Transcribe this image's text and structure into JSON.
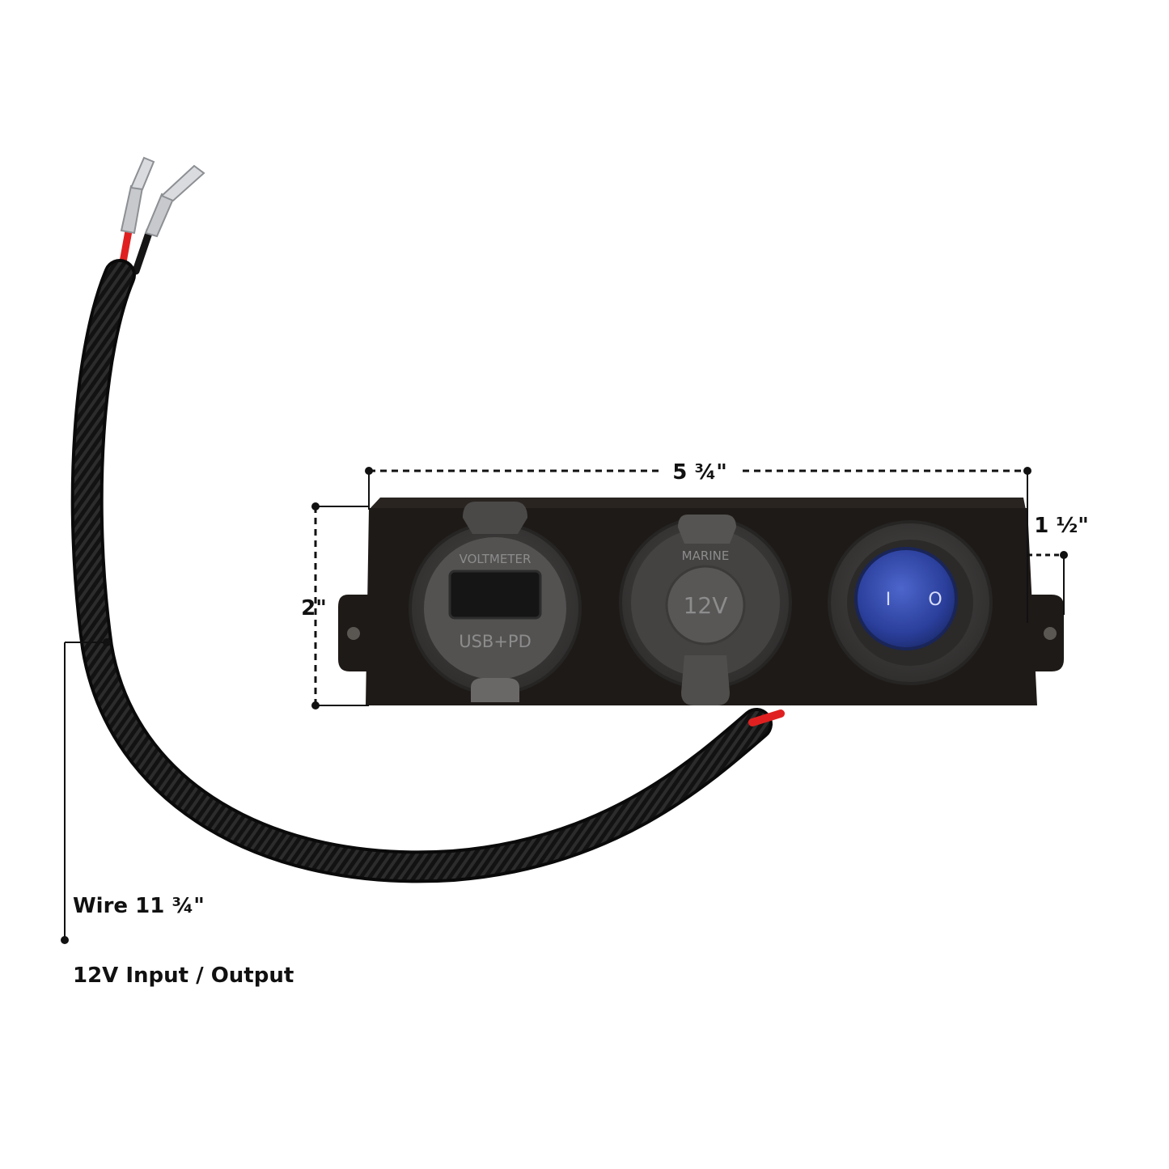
{
  "colors": {
    "background": "#ffffff",
    "panel": "#1e1a17",
    "bezel": "#3e3d3b",
    "socket_face": "#535251",
    "switch_blue": "#2a3e9a",
    "wire_red": "#e02020",
    "terminal_metal": "#c7c9cc",
    "annotation": "#111111"
  },
  "dimensions": {
    "width": "5 ¾\"",
    "height": "2\"",
    "depth": "1 ½\"",
    "wire_length": "Wire 11 ¾\""
  },
  "caption": "12V Input / Output",
  "panel": {
    "usb_socket": {
      "top_text": "VOLTMETER",
      "bottom_text": "USB+PD"
    },
    "power_socket": {
      "brand_text": "MARINE",
      "voltage_text": "12V"
    },
    "rocker_switch": {
      "off_symbol": "I",
      "on_symbol": "O"
    }
  },
  "icons": {
    "switch": "rocker-switch-icon",
    "usb": "usb-socket-icon",
    "plug": "power-socket-icon"
  }
}
